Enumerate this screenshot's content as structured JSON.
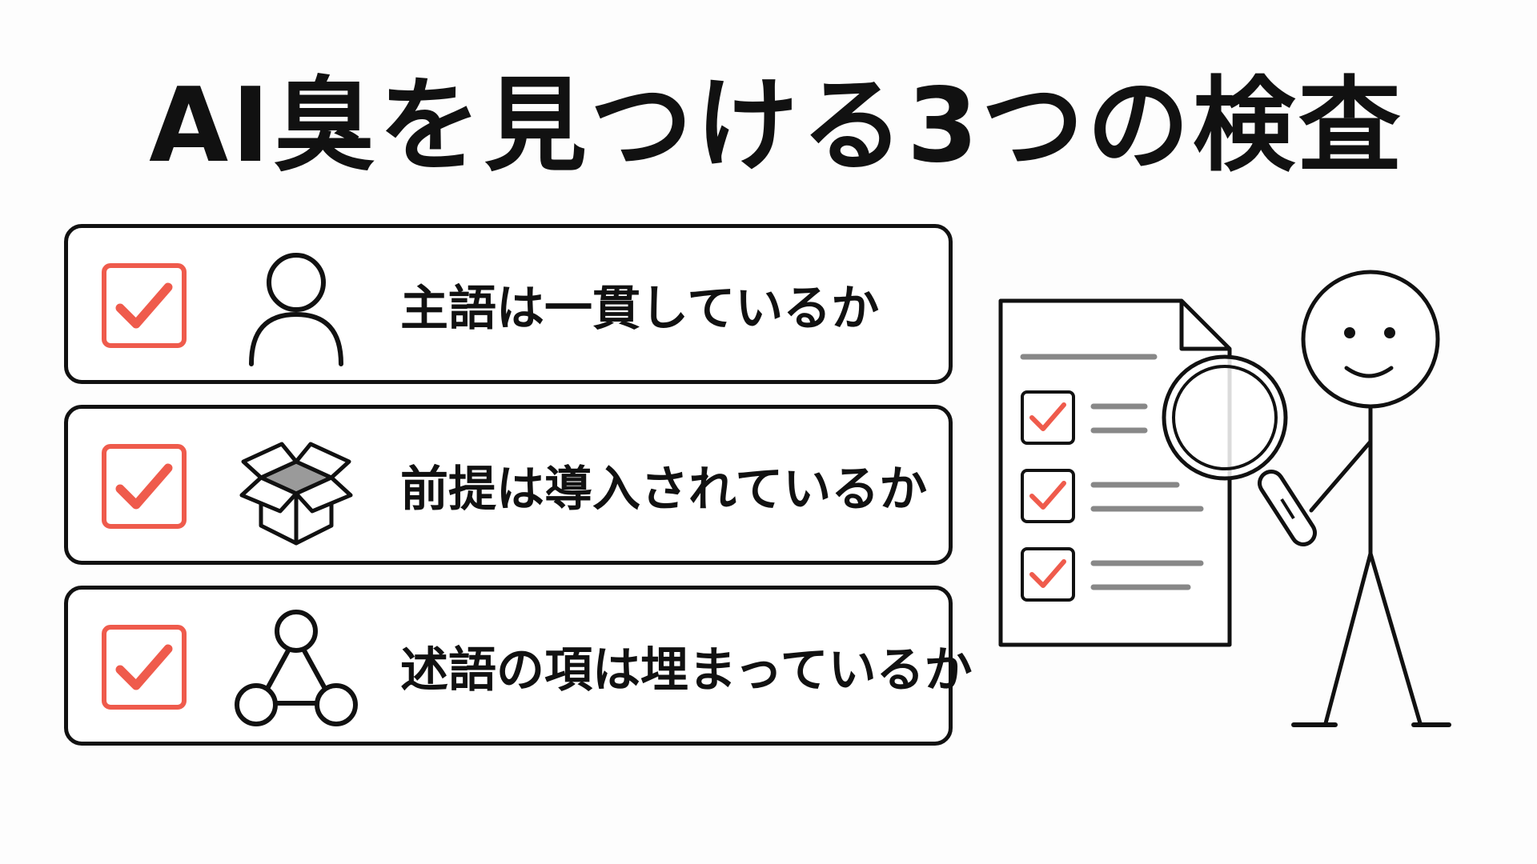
{
  "title": "AI臭を見つける3つの検査",
  "checklist": [
    {
      "label": "主語は一貫しているか",
      "icon": "person-icon",
      "checked": true
    },
    {
      "label": "前提は導入されているか",
      "icon": "open-box-icon",
      "checked": true
    },
    {
      "label": "述語の項は埋まっているか",
      "icon": "triangle-network-icon",
      "checked": true
    }
  ],
  "colors": {
    "check_accent": "#ef5b4c",
    "outline": "#111111",
    "background": "#fdfdfd",
    "document_line": "#888888"
  },
  "illustration": {
    "figure": "stick-figure",
    "document": "checklist-document-icon",
    "tool": "magnifying-glass-icon",
    "document_checks": [
      true,
      true,
      true
    ]
  }
}
